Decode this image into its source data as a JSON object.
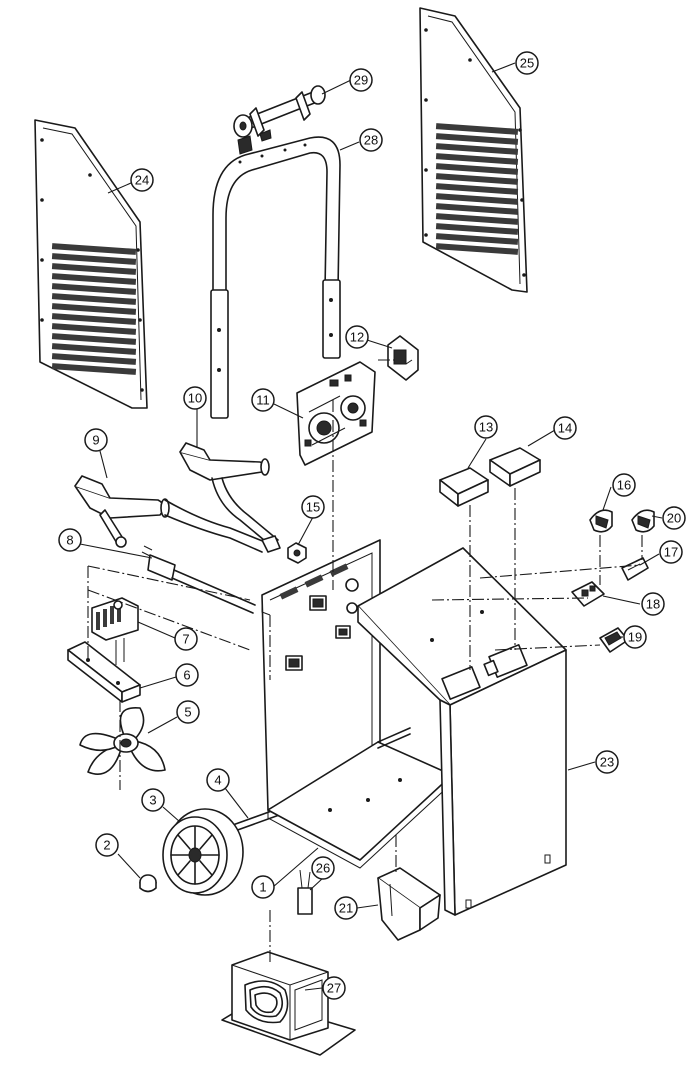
{
  "diagram": {
    "callouts": [
      {
        "id": "c1",
        "label": "1"
      },
      {
        "id": "c2",
        "label": "2"
      },
      {
        "id": "c3",
        "label": "3"
      },
      {
        "id": "c4",
        "label": "4"
      },
      {
        "id": "c5",
        "label": "5"
      },
      {
        "id": "c6",
        "label": "6"
      },
      {
        "id": "c7",
        "label": "7"
      },
      {
        "id": "c8",
        "label": "8"
      },
      {
        "id": "c9",
        "label": "9"
      },
      {
        "id": "c10",
        "label": "10"
      },
      {
        "id": "c11",
        "label": "11"
      },
      {
        "id": "c12",
        "label": "12"
      },
      {
        "id": "c13",
        "label": "13"
      },
      {
        "id": "c14",
        "label": "14"
      },
      {
        "id": "c15",
        "label": "15"
      },
      {
        "id": "c16",
        "label": "16"
      },
      {
        "id": "c17",
        "label": "17"
      },
      {
        "id": "c18",
        "label": "18"
      },
      {
        "id": "c19",
        "label": "19"
      },
      {
        "id": "c20",
        "label": "20"
      },
      {
        "id": "c21",
        "label": "21"
      },
      {
        "id": "c23",
        "label": "23"
      },
      {
        "id": "c24",
        "label": "24"
      },
      {
        "id": "c25",
        "label": "25"
      },
      {
        "id": "c26",
        "label": "26"
      },
      {
        "id": "c27",
        "label": "27"
      },
      {
        "id": "c28",
        "label": "28"
      },
      {
        "id": "c29",
        "label": "29"
      }
    ]
  }
}
